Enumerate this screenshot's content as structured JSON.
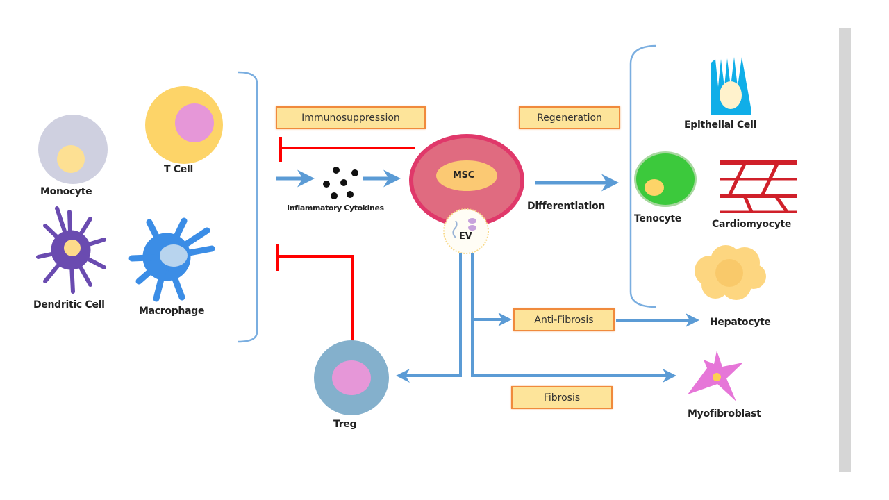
{
  "diagram": {
    "center": {
      "label": "MSC",
      "vesicle_label": "EV"
    },
    "immune_cells": [
      {
        "id": "monocyte",
        "label": "Monocyte"
      },
      {
        "id": "t-cell",
        "label": "T Cell"
      },
      {
        "id": "dendritic-cell",
        "label": "Dendritic Cell"
      },
      {
        "id": "macrophage",
        "label": "Macrophage"
      }
    ],
    "cytokines_label": "Inflammatory Cytokines",
    "process_boxes": {
      "immunosuppression": "Immunosuppression",
      "regeneration": "Regeneration",
      "anti_fibrosis": "Anti-Fibrosis",
      "fibrosis": "Fibrosis"
    },
    "differentiation_label": "Differentiation",
    "target_cells": [
      {
        "id": "epithelial-cell",
        "label": "Epithelial Cell"
      },
      {
        "id": "tenocyte",
        "label": "Tenocyte"
      },
      {
        "id": "cardiomyocyte",
        "label": "Cardiomyocyte"
      },
      {
        "id": "hepatocyte",
        "label": "Hepatocyte"
      },
      {
        "id": "myofibroblast",
        "label": "Myofibroblast"
      },
      {
        "id": "treg",
        "label": "Treg"
      }
    ],
    "colors": {
      "arrow": "#5b9bd5",
      "inhibit": "#ff0000",
      "box_fill": "#fde49a",
      "box_border": "#f08a3c",
      "msc_outer": "#e0386a",
      "msc_fill": "#e06b80",
      "msc_nucleus": "#fbc973"
    }
  }
}
